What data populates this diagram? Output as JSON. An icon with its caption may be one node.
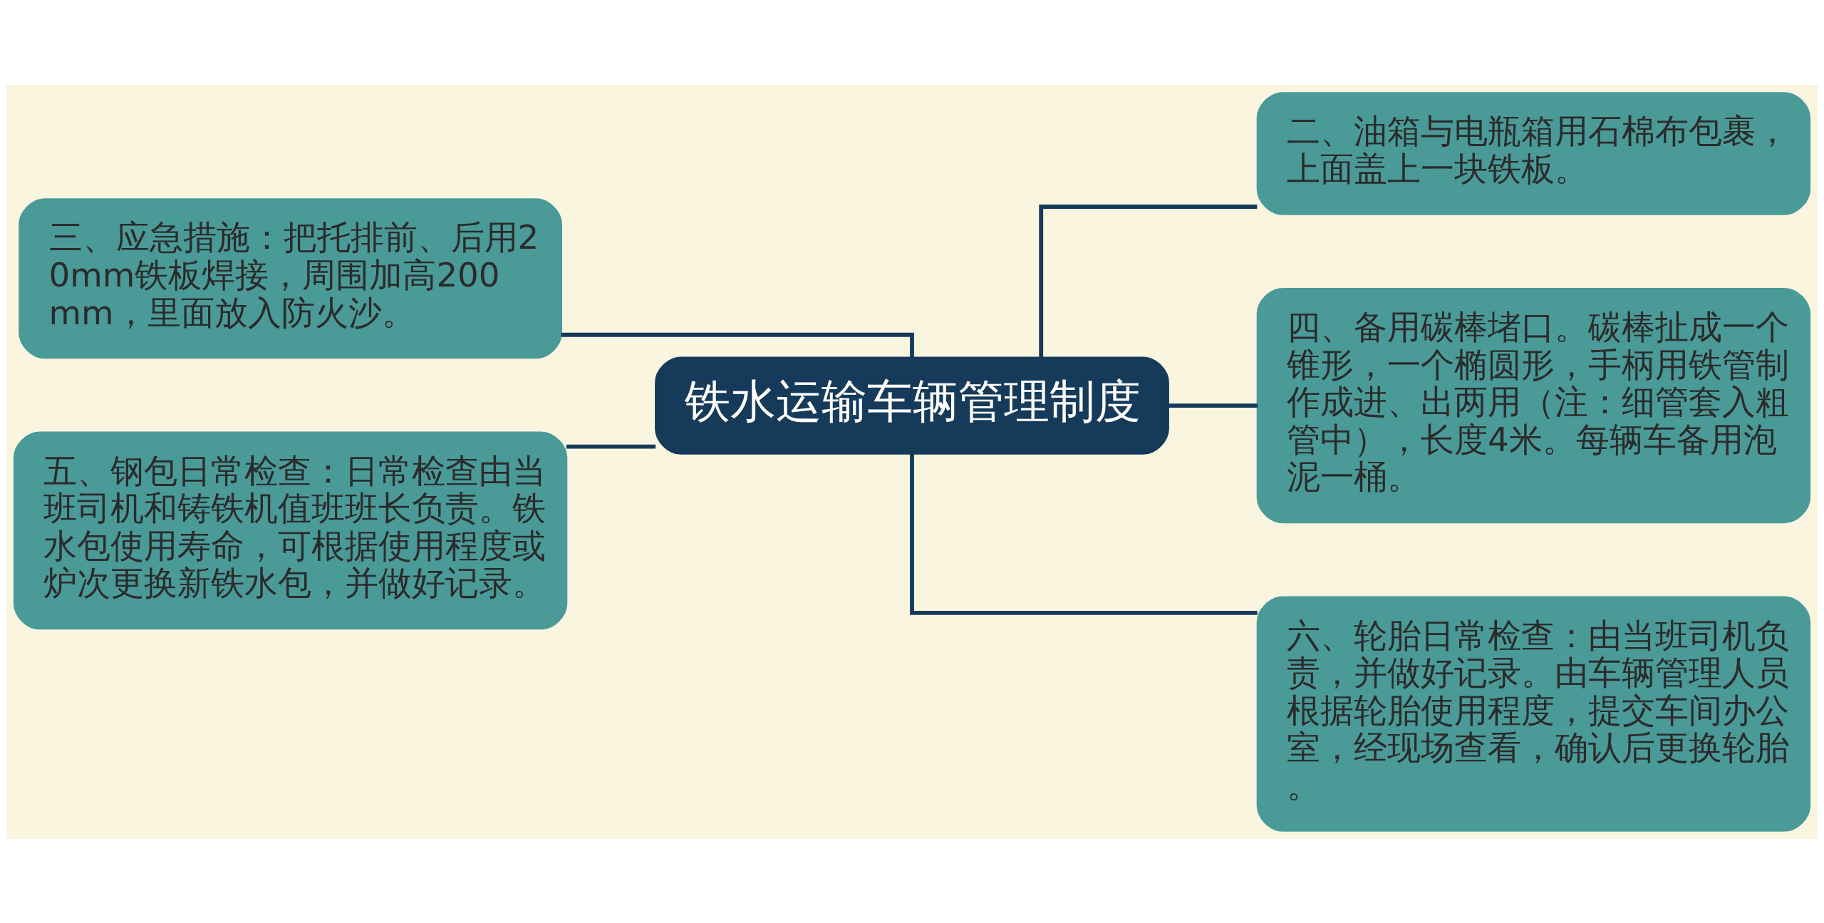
{
  "diagram": {
    "nodes": [
      {
        "text": [
          "铁水运输车辆管理制度"
        ]
      },
      {
        "text": [
          "二、油箱与电瓶箱用石棉布包裹，上面盖上一块铁板。"
        ]
      },
      {
        "text": [
          "四、备用碳棒堵口。碳棒扯成一个锥形，一个椭圆形，手柄用铁管制作成进、出两用（注：细管套入粗管中），长度4米。每辆车备用泡泥一桶。"
        ]
      },
      {
        "text": [
          "六、轮胎日常检查：由当班司机负责，并做好记录。由车辆管理人员根据轮胎使用程度，提交车间办公室，经现场查看，确认后更换轮胎。"
        ]
      },
      {
        "text": [
          "三、应急措施：把托排前、后用20mm铁板焊接，周围加高200mm，里面放入防火沙。"
        ]
      },
      {
        "text": [
          "五、钢包日常检查：日常检查由当班司机和铸铁机值班班长负责。铁水包使用寿命，可根据使用程度或炉次更换新铁水包，并做好记录。"
        ]
      }
    ],
    "edges": [
      {
        "from": 0,
        "to": 1,
        "arrow": "none"
      },
      {
        "from": 0,
        "to": 2,
        "arrow": "none"
      },
      {
        "from": 0,
        "to": 3,
        "arrow": "none"
      },
      {
        "from": 0,
        "to": 4,
        "arrow": "none"
      },
      {
        "from": 0,
        "to": 5,
        "arrow": "none"
      }
    ]
  }
}
